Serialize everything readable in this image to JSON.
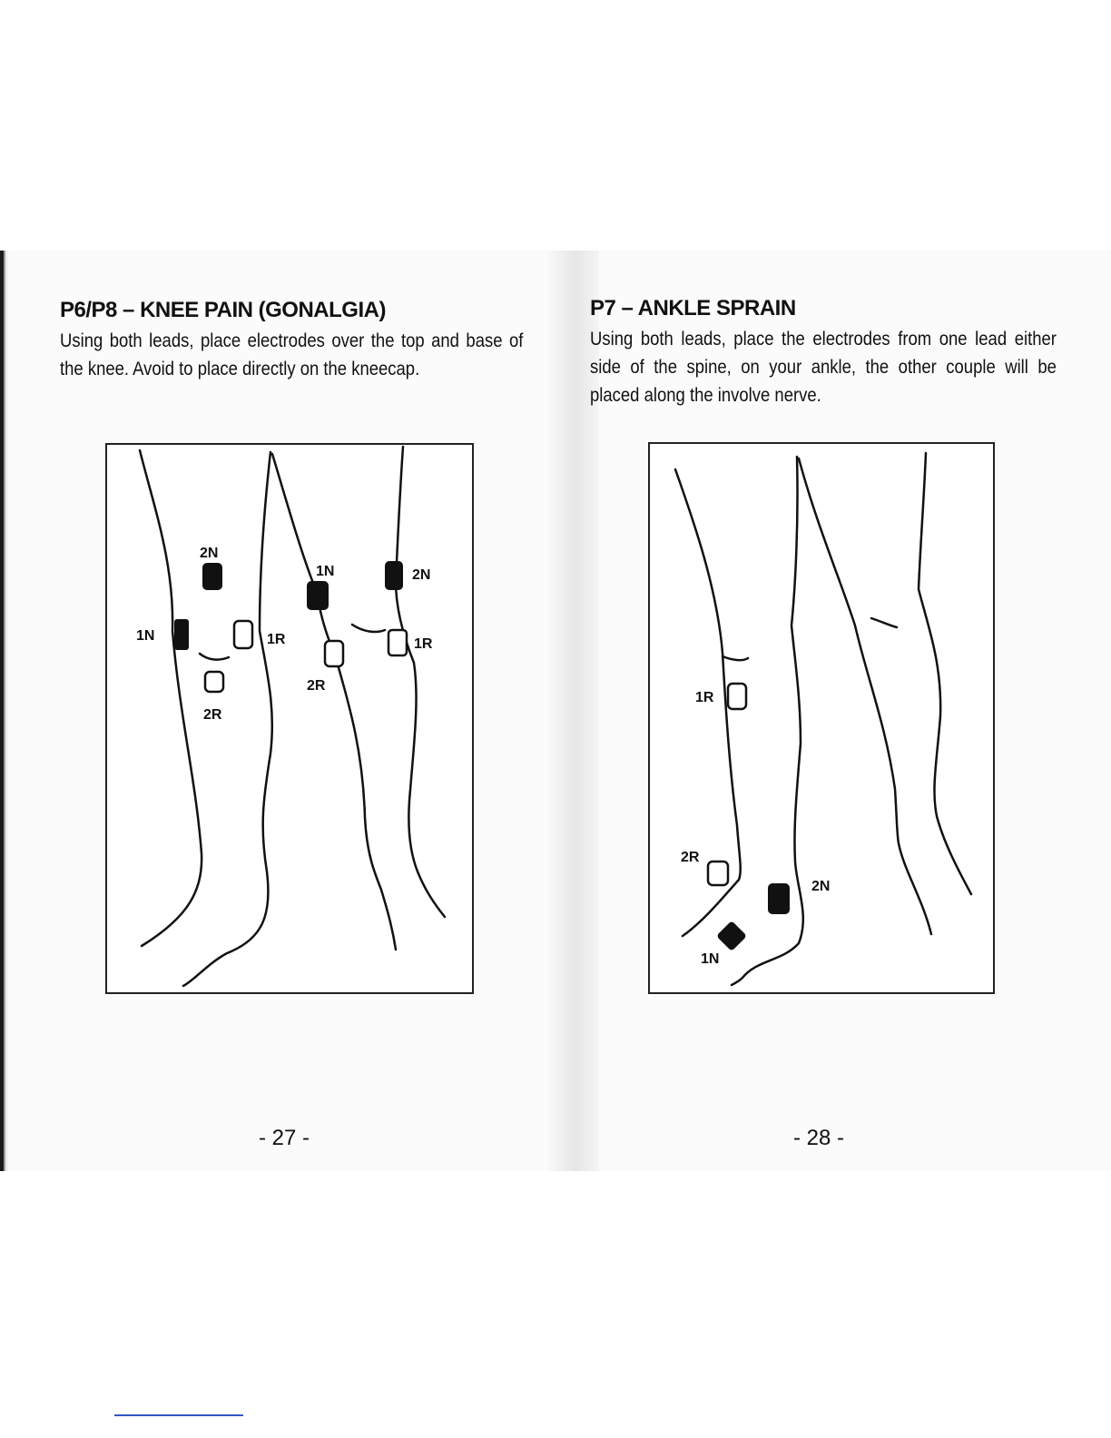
{
  "pages": [
    {
      "heading": "P6/P8 – KNEE PAIN (GONALGIA)",
      "body": "Using both leads, place electrodes over the top and base of the knee. Avoid to place directly on the kneecap.",
      "figure_labels": {
        "left_leg_2n": "2N",
        "left_leg_1n": "1N",
        "left_leg_1r": "1R",
        "left_leg_2r": "2R",
        "right_leg_1n": "1N",
        "right_leg_2n": "2N",
        "right_leg_1r": "1R",
        "right_leg_2r": "2R"
      },
      "page_number": "- 27 -"
    },
    {
      "heading": "P7 – ANKLE SPRAIN",
      "body": "Using both leads, place the electrodes from one lead either side of the spine, on your ankle, the other couple will be placed along the involve nerve.",
      "figure_labels": {
        "label_1r": "1R",
        "label_2r": "2R",
        "label_2n": "2N",
        "label_1n": "1N"
      },
      "page_number": "- 28 -"
    }
  ]
}
